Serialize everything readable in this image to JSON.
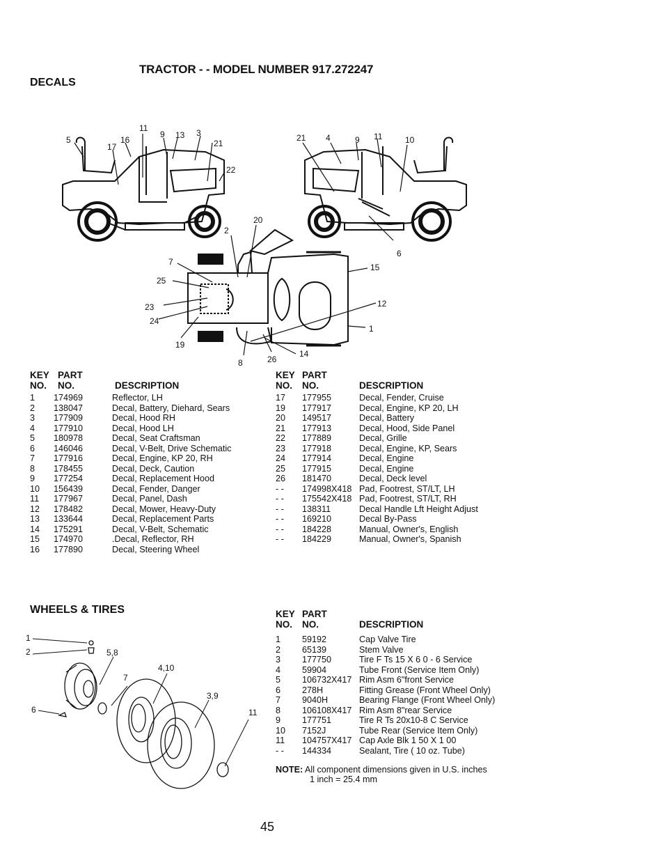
{
  "title": "TRACTOR - - MODEL NUMBER 917.272247",
  "decals": {
    "heading": "DECALS",
    "figure_callouts": {
      "left_tractor": [
        "5",
        "17",
        "16",
        "11",
        "9",
        "13",
        "3",
        "21",
        "22"
      ],
      "right_tractor": [
        "21",
        "4",
        "9",
        "11",
        "10",
        "6"
      ],
      "top_view": [
        "2",
        "20",
        "7",
        "25",
        "23",
        "24",
        "19",
        "8",
        "26",
        "14",
        "15",
        "12",
        "1"
      ]
    },
    "header": {
      "key": "KEY",
      "no": "NO.",
      "part": "PART",
      "part_no": "NO.",
      "description": "DESCRIPTION"
    },
    "left_rows": [
      [
        "1",
        "174969",
        "Reflector, LH"
      ],
      [
        "2",
        "138047",
        "Decal, Battery, Diehard, Sears"
      ],
      [
        "3",
        "177909",
        "Decal, Hood RH"
      ],
      [
        "4",
        "177910",
        "Decal, Hood LH"
      ],
      [
        "5",
        "180978",
        "Decal, Seat Craftsman"
      ],
      [
        "6",
        "146046",
        "Decal, V-Belt, Drive Schematic"
      ],
      [
        "7",
        "177916",
        "Decal, Engine, KP 20, RH"
      ],
      [
        "8",
        "178455",
        "Decal, Deck, Caution"
      ],
      [
        "9",
        "177254",
        "Decal, Replacement Hood"
      ],
      [
        "10",
        "156439",
        "Decal, Fender, Danger"
      ],
      [
        "11",
        "177967",
        "Decal, Panel, Dash"
      ],
      [
        "12",
        "178482",
        "Decal, Mower, Heavy-Duty"
      ],
      [
        "13",
        "133644",
        "Decal, Replacement Parts"
      ],
      [
        "14",
        "175291",
        "Decal, V-Belt, Schematic"
      ],
      [
        "15",
        "174970",
        ".Decal, Reflector, RH"
      ],
      [
        "16",
        "177890",
        "Decal, Steering Wheel"
      ]
    ],
    "right_rows": [
      [
        "17",
        "177955",
        "Decal, Fender, Cruise"
      ],
      [
        "19",
        "177917",
        "Decal, Engine, KP 20, LH"
      ],
      [
        "20",
        "149517",
        "Decal, Battery"
      ],
      [
        "21",
        "177913",
        "Decal, Hood, Side Panel"
      ],
      [
        "22",
        "177889",
        "Decal, Grille"
      ],
      [
        "23",
        "177918",
        "Decal, Engine, KP, Sears"
      ],
      [
        "24",
        "177914",
        "Decal, Engine"
      ],
      [
        "25",
        "177915",
        "Decal, Engine"
      ],
      [
        "26",
        "181470",
        "Decal, Deck level"
      ],
      [
        "- -",
        "174998X418",
        "Pad, Footrest, ST/LT, LH"
      ],
      [
        "- -",
        "175542X418",
        "Pad, Footrest, ST/LT, RH"
      ],
      [
        "- -",
        "138311",
        "Decal Handle Lft Height Adjust"
      ],
      [
        "- -",
        "169210",
        "Decal By-Pass"
      ],
      [
        "- -",
        "184228",
        "Manual, Owner's, English"
      ],
      [
        "- -",
        "184229",
        "Manual, Owner's, Spanish"
      ]
    ]
  },
  "wheels": {
    "heading": "WHEELS & TIRES",
    "figure_callouts": [
      "1",
      "2",
      "5,8",
      "4,10",
      "7",
      "3,9",
      "11",
      "6"
    ],
    "header": {
      "key": "KEY",
      "no": "NO.",
      "part": "PART",
      "part_no": "NO.",
      "description": "DESCRIPTION"
    },
    "rows": [
      [
        "1",
        "59192",
        "Cap Valve Tire"
      ],
      [
        "2",
        "65139",
        "Stem Valve"
      ],
      [
        "3",
        "177750",
        "Tire F Ts 15 X 6 0 - 6 Service"
      ],
      [
        "4",
        "59904",
        "Tube Front (Service Item Only)"
      ],
      [
        "5",
        "106732X417",
        "Rim Asm 6\"front Service"
      ],
      [
        "6",
        "278H",
        "Fitting Grease (Front Wheel Only)"
      ],
      [
        "7",
        "9040H",
        "Bearing Flange (Front Wheel Only)"
      ],
      [
        "8",
        "106108X417",
        "Rim Asm 8\"rear Service"
      ],
      [
        "9",
        "177751",
        "Tire R Ts 20x10-8 C Service"
      ],
      [
        "10",
        "7152J",
        "Tube Rear (Service Item Only)"
      ],
      [
        "11",
        "104757X417",
        "Cap Axle Blk 1 50 X 1 00"
      ],
      [
        "- -",
        "144334",
        "Sealant, Tire ( 10 oz. Tube)"
      ]
    ],
    "note_label": "NOTE:",
    "note_text": "All component dimensions given in U.S. inches",
    "note_line2": "1 inch = 25.4 mm"
  },
  "page_number": "45"
}
